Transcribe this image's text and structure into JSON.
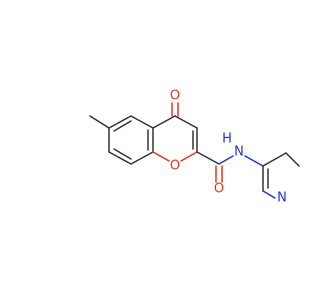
{
  "atoms": {
    "carbonyl_oxygen": "O",
    "ring_oxygen": "O",
    "amide_oxygen": "O",
    "amide_nitrogen": "N",
    "amide_hydrogen": "H",
    "pyridine_nitrogen": "N"
  },
  "colors": {
    "bond": "#333333",
    "oxygen": "#e8341c",
    "nitrogen": "#2433d6",
    "background": "#ffffff"
  }
}
